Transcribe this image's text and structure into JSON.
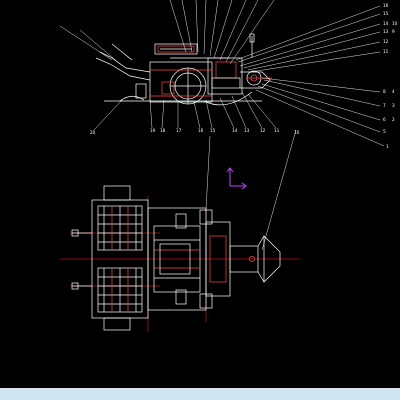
{
  "drawing": {
    "background": "#000000",
    "line_color": "#ffffff",
    "accent_color": "#ff2a2a",
    "axis_icon_color": "#c040ff",
    "status_strip_color": "#cfe3f1"
  },
  "side_view": {
    "bottom_callouts": [
      "20",
      "19",
      "18",
      "17",
      "16",
      "15",
      "14",
      "13",
      "12",
      "11",
      "10"
    ],
    "right_callouts": [
      "16",
      "15",
      "14",
      "13",
      "12",
      "11",
      "10",
      "9",
      "8",
      "7",
      "6",
      "5",
      "4",
      "3",
      "2",
      "1"
    ]
  },
  "top_view": {},
  "ucs_icon": "ucs-axis-icon"
}
